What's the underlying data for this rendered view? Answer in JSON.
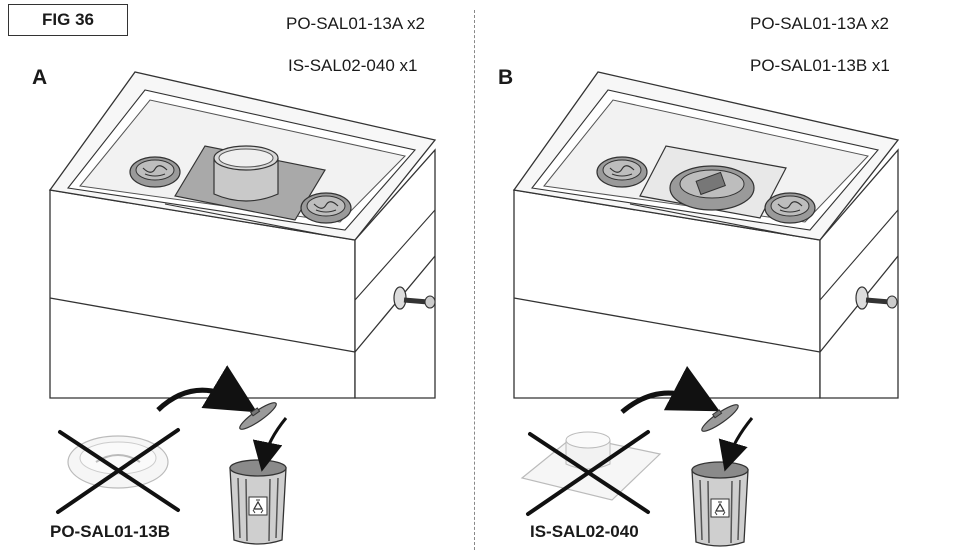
{
  "figure": {
    "label": "FIG 36"
  },
  "panel_a": {
    "letter": "A",
    "parts": [
      "PO-SAL01-13A x2",
      "IS-SAL02-040 x1"
    ],
    "discard_caption": "PO-SAL01-13B"
  },
  "panel_b": {
    "letter": "B",
    "parts": [
      "PO-SAL01-13A x2",
      "PO-SAL01-13B x1"
    ],
    "discard_caption": "IS-SAL02-040"
  },
  "icons": {
    "discard": "recycle-icon",
    "bin": "trash-bin-icon",
    "arrow": "curved-arrow-icon",
    "cross": "cross-out-icon"
  }
}
